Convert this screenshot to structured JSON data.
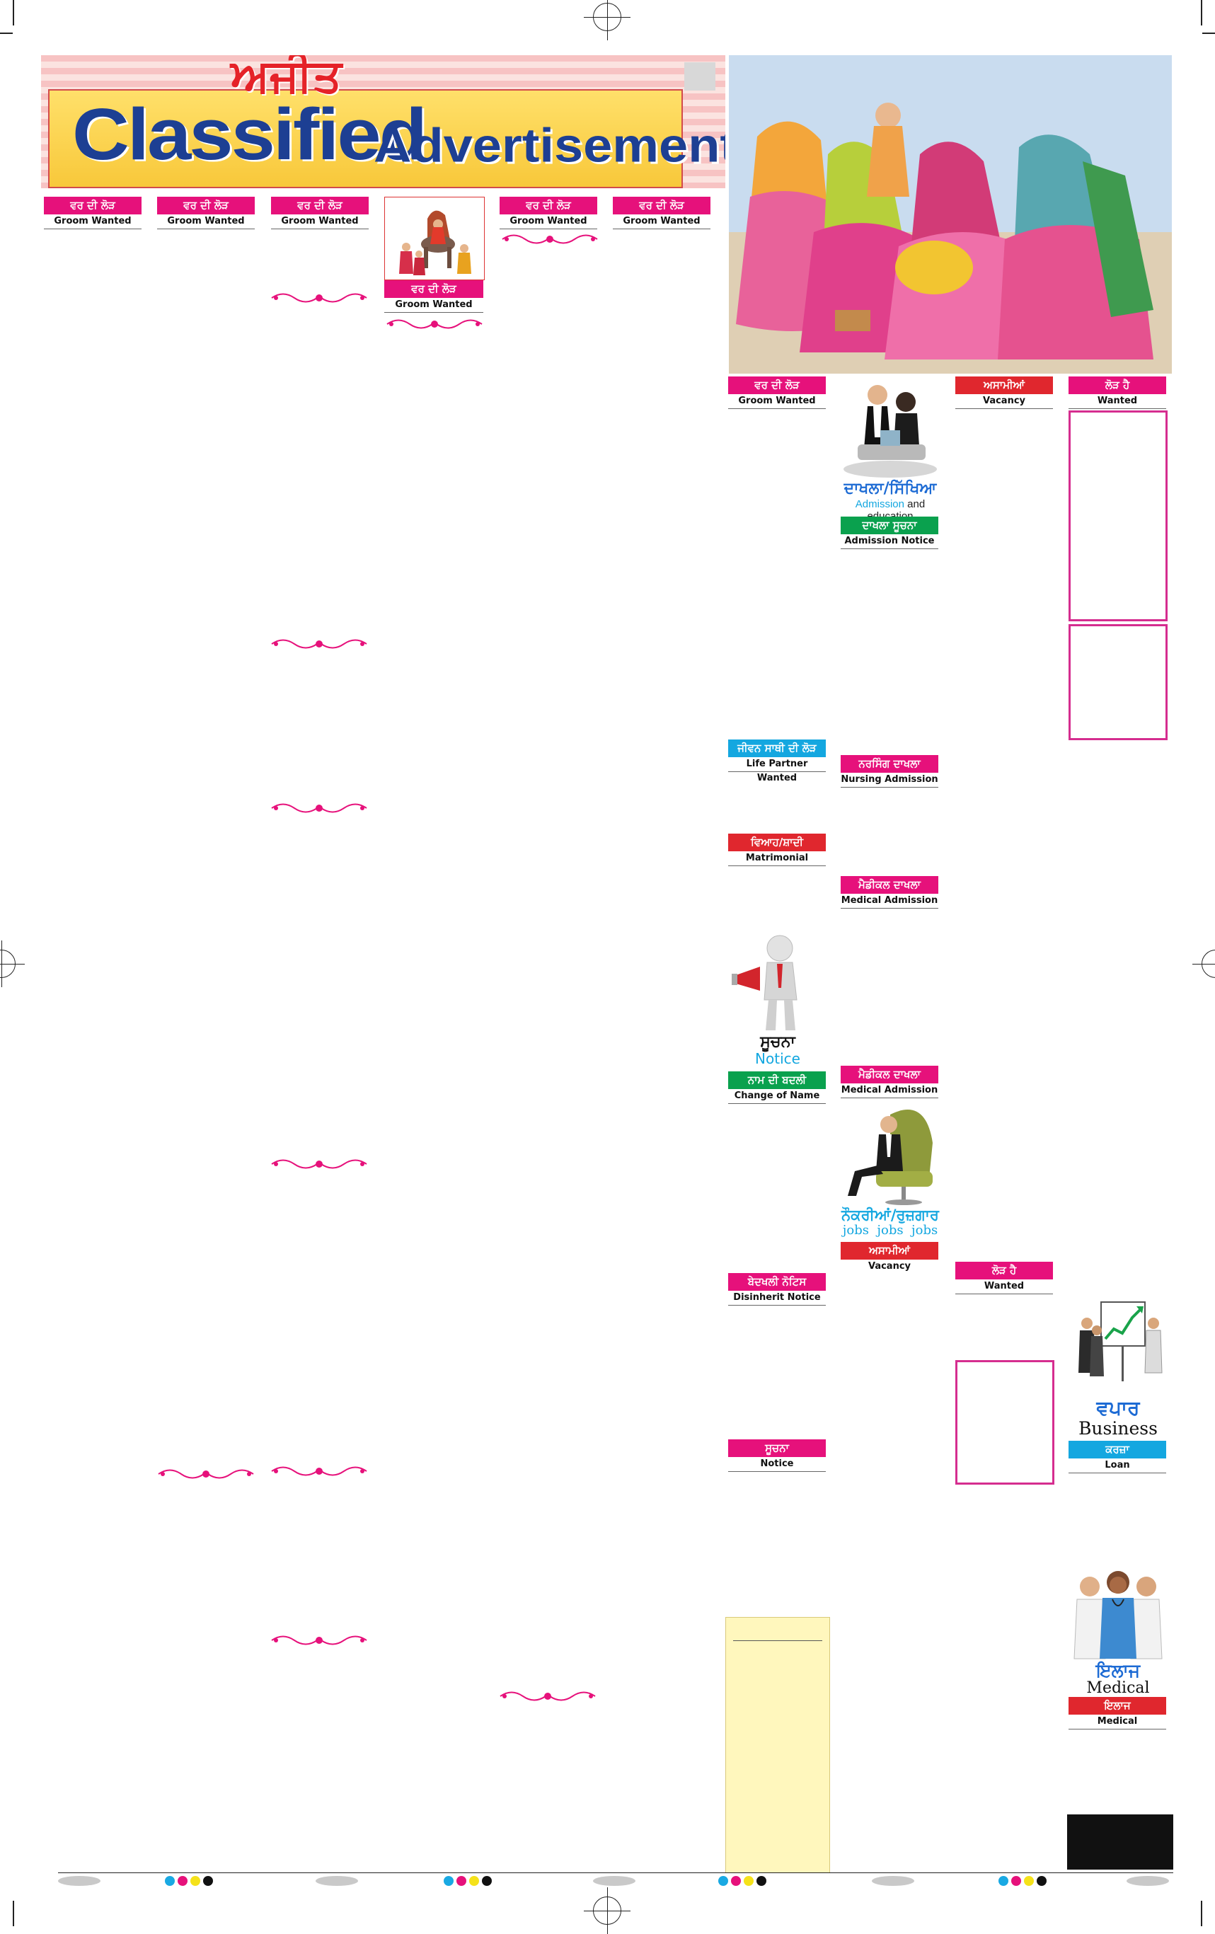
{
  "masthead": {
    "brand": "ਅਜੀਤ",
    "title_line1": "Classified",
    "title_line2": "Advertisement"
  },
  "colors": {
    "pink": "#e6117b",
    "red": "#e0272e",
    "green": "#0aa14e",
    "cyan": "#14a7e0",
    "navy": "#1d3f93",
    "cream": "#fff7bd"
  },
  "left_headings": [
    {
      "pa": "ਵਰ ਦੀ ਲੋੜ",
      "en": "Groom Wanted"
    },
    {
      "pa": "ਵਰ ਦੀ ਲੋੜ",
      "en": "Groom Wanted"
    },
    {
      "pa": "ਵਰ ਦੀ ਲੋੜ",
      "en": "Groom Wanted"
    },
    {
      "pa": "ਵਰ ਦੀ ਲੋੜ",
      "en": "Groom Wanted"
    },
    {
      "pa": "ਵਰ ਦੀ ਲੋੜ",
      "en": "Groom Wanted"
    },
    {
      "pa": "ਵਰ ਦੀ ਲੋੜ",
      "en": "Groom Wanted"
    }
  ],
  "right": {
    "groom_wanted": {
      "pa": "ਵਰ ਦੀ ਲੋੜ",
      "en": "Groom Wanted"
    },
    "vacancy_top": {
      "pa": "ਅਸਾਮੀਆਂ",
      "en": "Vacancy"
    },
    "wanted_top": {
      "pa": "ਲੋੜ ਹੈ",
      "en": "Wanted"
    },
    "education_caption_pa": "ਦਾਖਲਾ/ਸਿੱਖਿਆ",
    "education_caption_en1": "Admission",
    "education_caption_en2": "and education",
    "admission_notice": {
      "pa": "ਦਾਖਲਾ ਸੂਚਨਾ",
      "en": "Admission Notice"
    },
    "life_partner": {
      "pa": "ਜੀਵਨ ਸਾਥੀ ਦੀ ਲੋੜ",
      "en": "Life Partner Wanted"
    },
    "nursing_admission": {
      "pa": "ਨਰਸਿੰਗ ਦਾਖਲਾ",
      "en": "Nursing Admission"
    },
    "matrimonial": {
      "pa": "ਵਿਆਹ/ਸ਼ਾਦੀ",
      "en": "Matrimonial"
    },
    "medical_admission_1": {
      "pa": "ਮੈਡੀਕਲ ਦਾਖਲਾ",
      "en": "Medical Admission"
    },
    "notice_caption_pa": "ਸੂਚਨਾ",
    "notice_caption_en": "Notice",
    "change_of_name": {
      "pa": "ਨਾਮ ਦੀ ਬਦਲੀ",
      "en": "Change of Name"
    },
    "medical_admission_2": {
      "pa": "ਮੈਡੀਕਲ ਦਾਖਲਾ",
      "en": "Medical Admission"
    },
    "jobs_caption_pa": "ਨੌਕਰੀਆਂ/ਰੁਜ਼ਗਾਰ",
    "jobs_caption_en": "jobs  jobs  jobs",
    "vacancy_jobs": {
      "pa": "ਅਸਾਮੀਆਂ",
      "en": "Vacancy"
    },
    "wanted_2": {
      "pa": "ਲੋੜ ਹੈ",
      "en": "Wanted"
    },
    "disinherit": {
      "pa": "ਬੇਦਖਲੀ ਨੋਟਿਸ",
      "en": "Disinherit Notice"
    },
    "business_caption_pa": "ਵਪਾਰ",
    "business_caption_en": "Business",
    "loan": {
      "pa": "ਕਰਜ਼ਾ",
      "en": "Loan"
    },
    "notice": {
      "pa": "ਸੂਚਨਾ",
      "en": "Notice"
    },
    "medical_caption_pa": "ਇਲਾਜ",
    "medical_caption_en": "Medical",
    "medical": {
      "pa": "ਇਲਾਜ",
      "en": "Medical"
    }
  },
  "icons": [
    "baraat-illustration",
    "women-painting",
    "office-couple-icon",
    "megaphone-man-icon",
    "businessman-chair-icon",
    "business-presentation-icon",
    "doctors-group-icon",
    "ornament-divider"
  ]
}
